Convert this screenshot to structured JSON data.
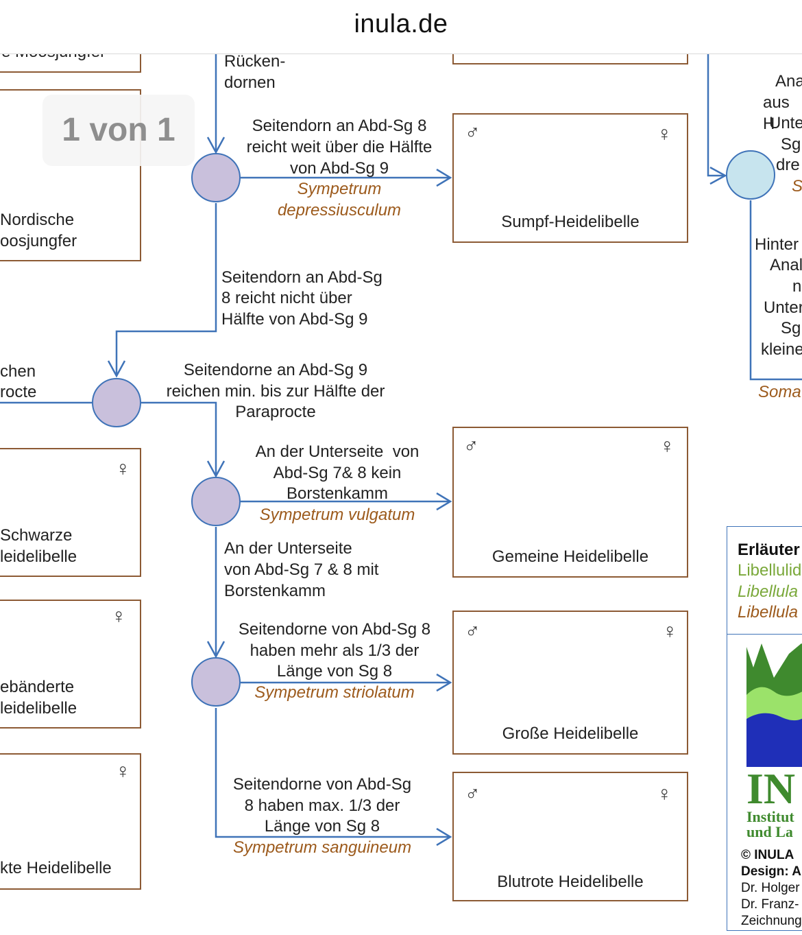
{
  "browser": {
    "site": "inula.de"
  },
  "page_indicator": "1 von 1",
  "left_column": {
    "top_partial": "e Moosjungfer",
    "nordische": [
      "Nordische",
      "oosjungfer"
    ],
    "chen_rocte": [
      "chen",
      "rocte"
    ],
    "schwarze": [
      "Schwarze",
      "leidelibelle"
    ],
    "gebaenderte": [
      "ebänderte",
      "leidelibelle"
    ],
    "gefleckte": "kte Heidelibelle"
  },
  "steps": {
    "ruecken": [
      "Rücken-",
      "dornen"
    ],
    "depressiusculum_crit": [
      "Seitendorn an Abd-Sg 8",
      "reicht weit über die Hälfte",
      "von Abd-Sg 9"
    ],
    "depressiusculum_sci": [
      "Sympetrum",
      "depressiusculum"
    ],
    "not_half": [
      "Seitendorn an Abd-Sg",
      "8 reicht nicht über",
      "Hälfte von Abd-Sg 9"
    ],
    "paraprocte": [
      "Seitendorne an Abd-Sg 9",
      "reichen min. bis zur Hälfte der",
      "Paraprocte"
    ],
    "vulgatum_crit": [
      "An der Unterseite  von",
      "Abd-Sg 7& 8 kein",
      "Borstenkamm"
    ],
    "vulgatum_sci": "Sympetrum vulgatum",
    "borstenkamm": [
      "An der Unterseite",
      "von Abd-Sg 7 & 8 mit",
      "Borstenkamm"
    ],
    "striolatum_crit": [
      "Seitendorne von Abd-Sg 8",
      "haben mehr als 1/3 der",
      "Länge von Sg 8"
    ],
    "striolatum_sci": "Sympetrum striolatum",
    "sanguineum_crit": [
      "Seitendorne von Abd-Sg",
      "8 haben max. 1/3 der",
      "Länge von Sg 8"
    ],
    "sanguineum_sci": "Sympetrum sanguineum"
  },
  "species_boxes": {
    "sumpf": "Sumpf-Heidelibelle",
    "gemeine": "Gemeine Heidelibelle",
    "grosse": "Große Heidelibelle",
    "blutrote": "Blutrote Heidelibelle"
  },
  "symbols": {
    "male": "♂",
    "female": "♀"
  },
  "right_column": {
    "top": [
      "Ana",
      "aus H",
      "Unte",
      "Sg",
      "dre"
    ],
    "sci_s": "S",
    "bottom": [
      "Hinter",
      "Anal",
      "n",
      "Unter",
      "Sg",
      "kleine"
    ],
    "soma": "Soma"
  },
  "legend": {
    "title": "Erläuter",
    "line1": "Libellulid",
    "line2": "Libellula",
    "line3": "Libellula",
    "logo_text1": "IN",
    "logo_text2": "Institut",
    "logo_text3": "und La",
    "copyright": "© INULA",
    "design": "Design: A",
    "holger": "Dr. Holger",
    "franz": "Dr. Franz-",
    "zeichnung": "Zeichnung"
  },
  "colors": {
    "line": "#3f73b8",
    "box_border": "#8c5a34",
    "node_fill": "#c9c0dc",
    "node_teal": "#c7e4ee",
    "scientific": "#9c5a1c"
  }
}
